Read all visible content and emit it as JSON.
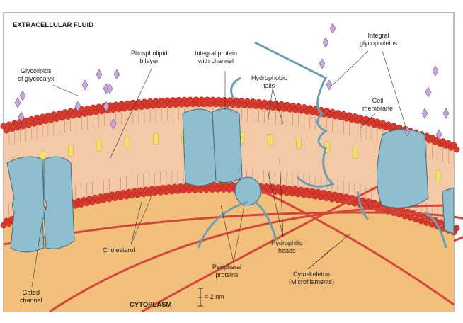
{
  "regions": {
    "extracellular": "EXTRACELLULAR FLUID",
    "cytoplasm": "CYTOPLASM"
  },
  "labels": {
    "glycolipids": "Glycolipids\nof glycocalyx",
    "phospholipid": "Phospholipid\nbilayer",
    "integral_channel": "Integral protein\nwith channel",
    "hydrophobic": "Hydrophobic\ntails",
    "glycoproteins": "Integral\nglycoproteins",
    "cell_membrane": "Cell\nmembrane",
    "cholesterol": "Cholesterol",
    "peripheral": "Peripheral\nproteins",
    "hydrophilic": "Hydrophilic\nheads",
    "cytoskeleton": "Cytoskeleton\n(Microfilaments)",
    "gated": "Gated\nchannel"
  },
  "scale_bar": "= 2 nm",
  "colors": {
    "cytoplasm": "#f3c07c",
    "heads": "#d8392c",
    "interior": "#f4c9a8",
    "protein": "#8fbfcf",
    "carb": "#c9a6dc",
    "cholesterol": "#f1e06a",
    "filament": "#d6453a"
  }
}
